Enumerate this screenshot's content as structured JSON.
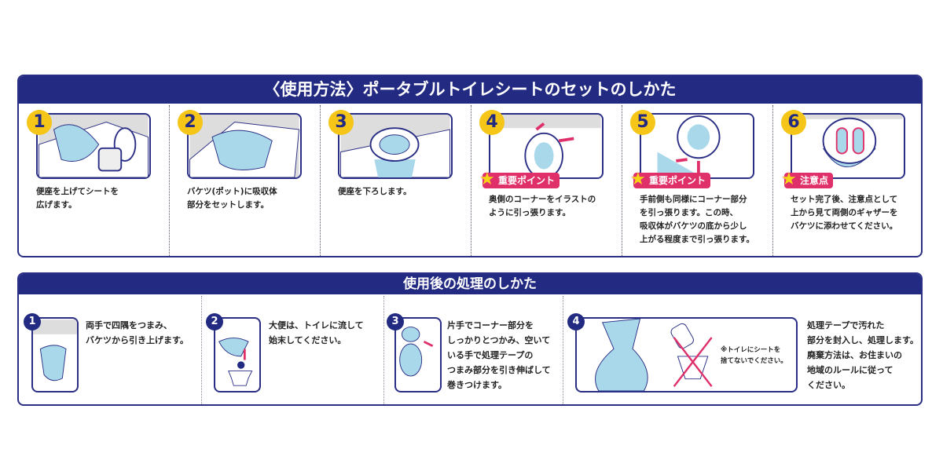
{
  "setup": {
    "title": "〈使用方法〉ポータブルトイレシートのセットのしかた",
    "steps": [
      {
        "num": "1",
        "text": "便座を上げてシートを\n広げます。"
      },
      {
        "num": "2",
        "text": "バケツ(ポット)に吸収体\n部分をセットします。"
      },
      {
        "num": "3",
        "text": "便座を下ろします。"
      },
      {
        "num": "4",
        "badge": "重要ポイント",
        "text": "奥側のコーナーをイラストの\nように引っ張ります。"
      },
      {
        "num": "5",
        "badge": "重要ポイント",
        "text": "手前側も同様にコーナー部分\nを引っ張ります。この時、\n吸収体がバケツの底から少し\n上がる程度まで引っ張ります。"
      },
      {
        "num": "6",
        "badge": "注意点",
        "text": "セット完了後、注意点として\n上から見て両側のギャザーを\nバケツに添わせてください。"
      }
    ]
  },
  "disposal": {
    "title": "使用後の処理のしかた",
    "steps": [
      {
        "num": "1",
        "text": "両手で四隅をつまみ、\nバケツから引き上げます。"
      },
      {
        "num": "2",
        "text": "大便は、トイレに流して\n始末してください。"
      },
      {
        "num": "3",
        "text": "片手でコーナー部分を\nしっかりとつかみ、空いて\nいる手で処理テープの\nつまみ部分を引き伸ばして\n巻きつけます。"
      },
      {
        "num": "4",
        "note": "※トイレにシートを\n捨てないでください。",
        "text": "処理テープで汚れた\n部分を封入し、処理します。\n廃棄方法は、お住まいの\n地域のルールに従って\nください。"
      }
    ]
  },
  "colors": {
    "navy": "#232a82",
    "yellow": "#f5c518",
    "pink": "#e0306a",
    "sheet": "#a9d8ea"
  }
}
